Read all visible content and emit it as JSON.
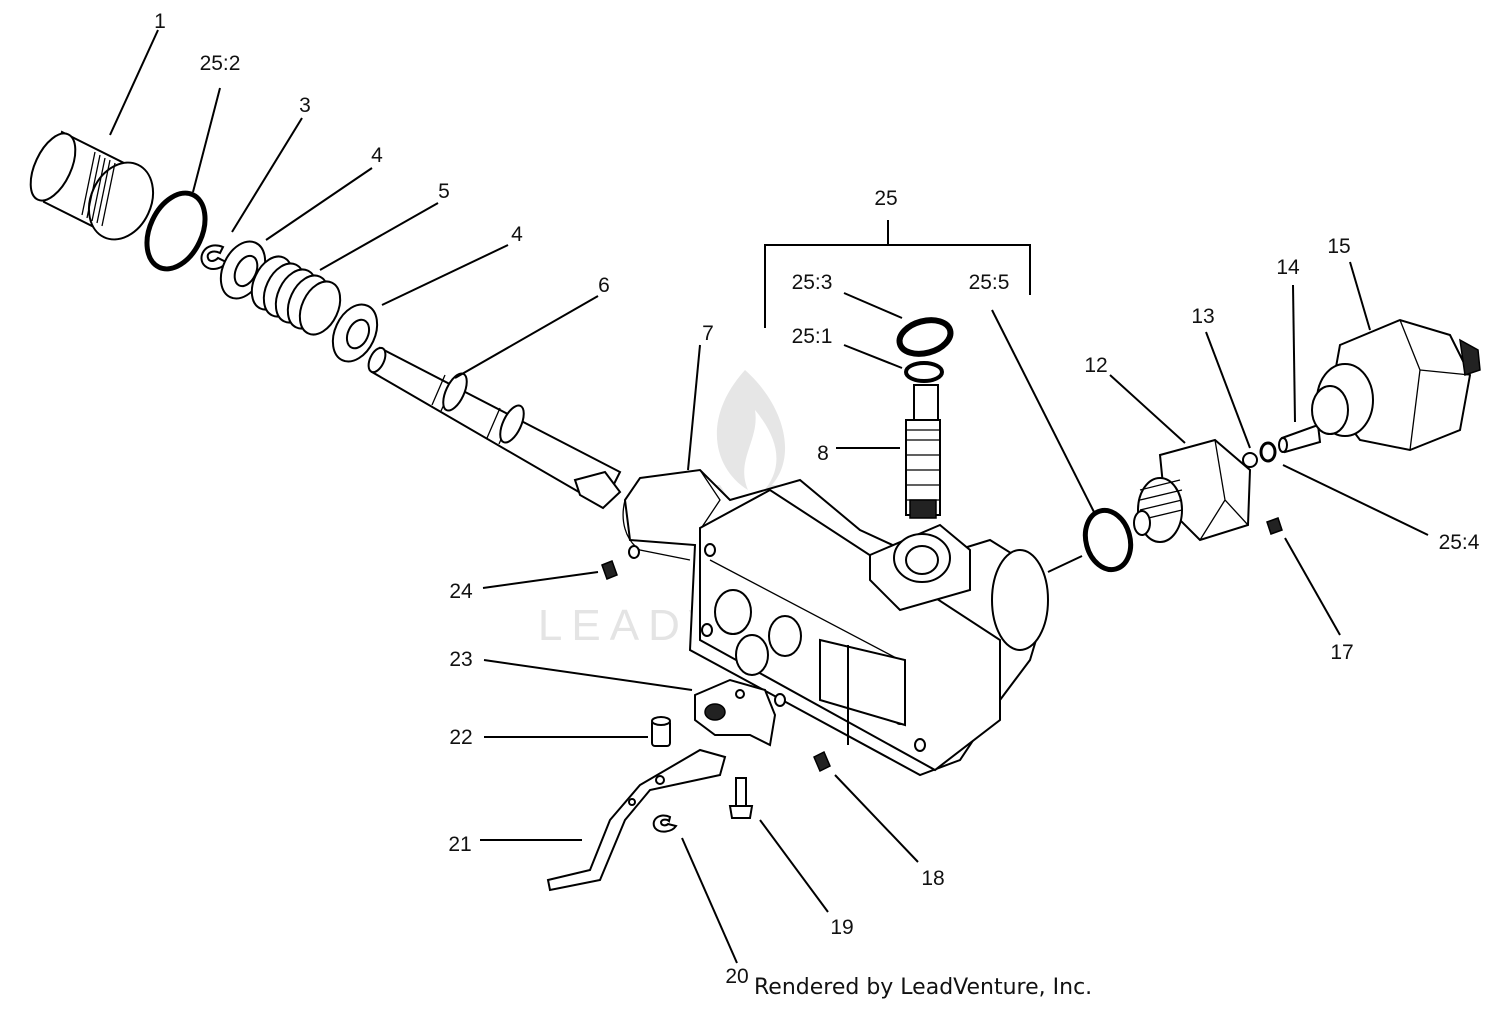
{
  "callouts": {
    "c1": "1",
    "c25_2": "25:2",
    "c3": "3",
    "c4a": "4",
    "c5": "5",
    "c4b": "4",
    "c6": "6",
    "c7": "7",
    "c25": "25",
    "c25_3": "25:3",
    "c25_1": "25:1",
    "c25_5": "25:5",
    "c8": "8",
    "c15": "15",
    "c14": "14",
    "c13": "13",
    "c12": "12",
    "c25_4": "25:4",
    "c17": "17",
    "c24": "24",
    "c23": "23",
    "c22": "22",
    "c21": "21",
    "c18": "18",
    "c19": "19",
    "c20": "20"
  },
  "credit": "Rendered by LeadVenture, Inc.",
  "watermark": "LEADVENTURE"
}
